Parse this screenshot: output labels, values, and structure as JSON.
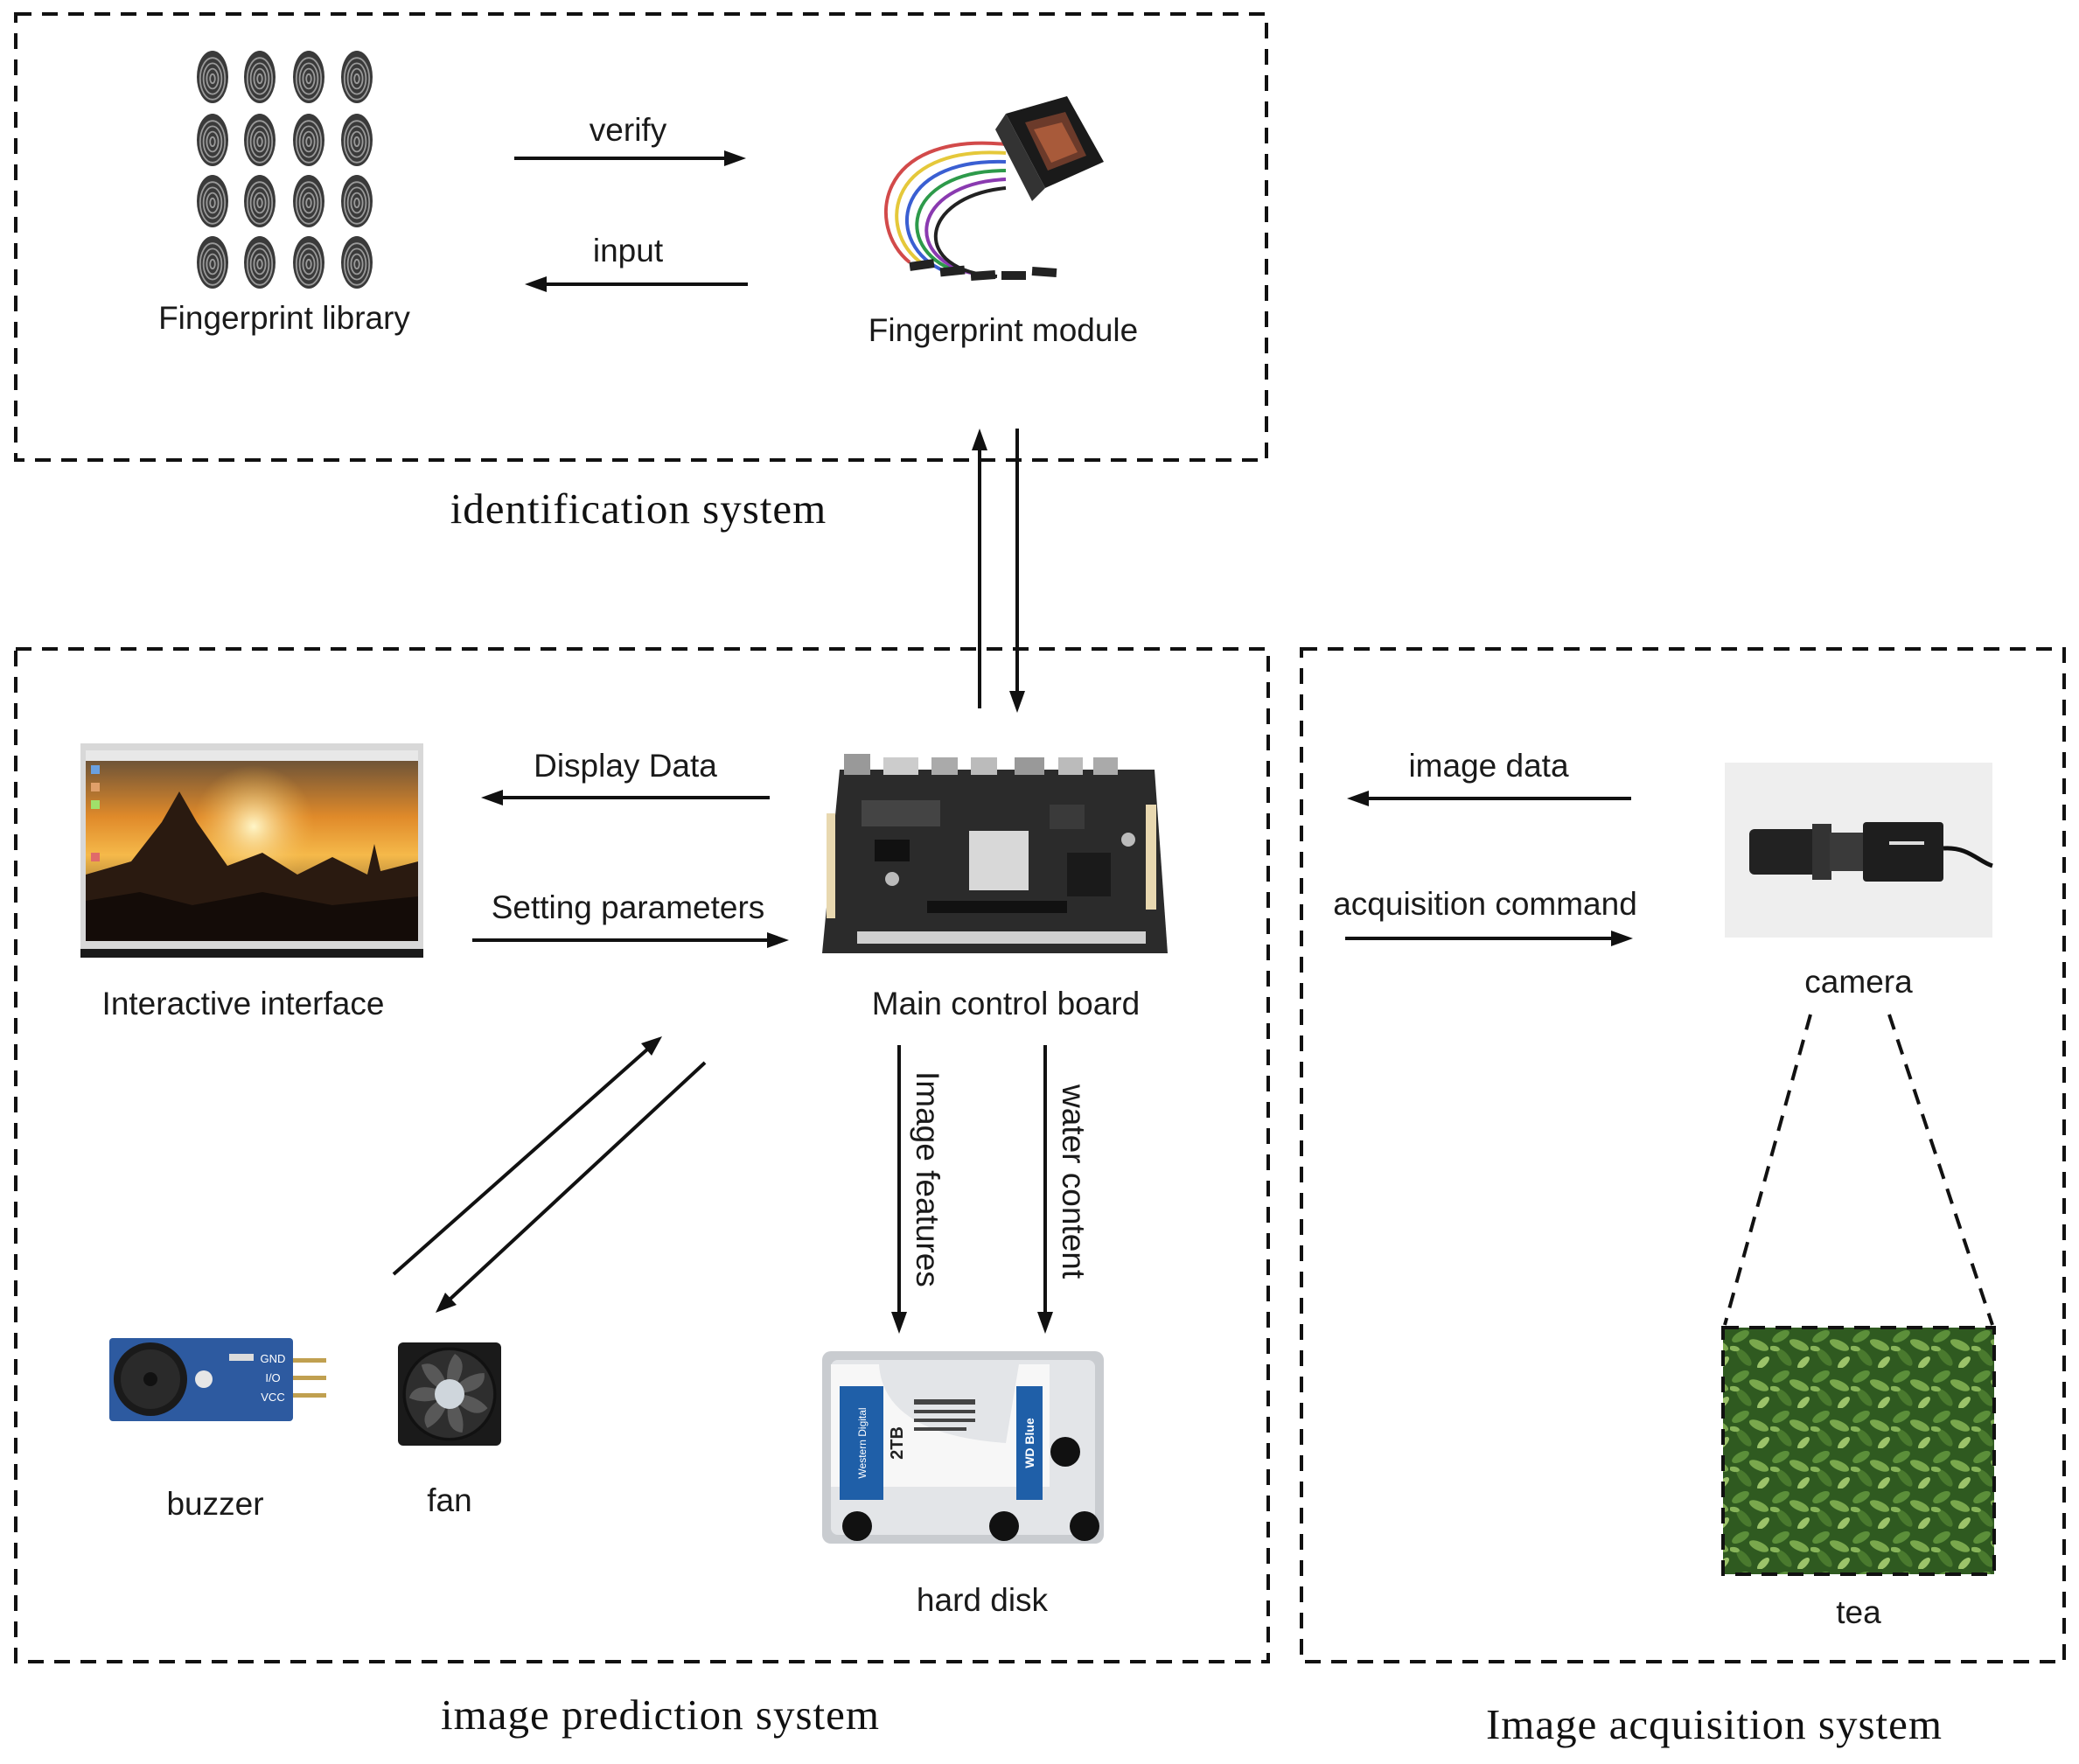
{
  "systems": {
    "identification": "identification system",
    "prediction": "image prediction system",
    "acquisition": "Image acquisition system"
  },
  "nodes": {
    "fingerprint_library": "Fingerprint library",
    "fingerprint_module": "Fingerprint module",
    "interactive_interface": "Interactive interface",
    "main_control_board": "Main control board",
    "buzzer": "buzzer",
    "fan": "fan",
    "hard_disk": "hard disk",
    "camera": "camera",
    "tea": "tea"
  },
  "edges": {
    "verify": "verify",
    "input": "input",
    "display_data": "Display Data",
    "setting_parameters": "Setting parameters",
    "image_features": "Image features",
    "water_content": "water content",
    "image_data": "image data",
    "acquisition_command": "acquisition command"
  },
  "device_text": {
    "hdd_brand": "Western Digital",
    "hdd_capacity": "2TB",
    "hdd_series": "WD Blue",
    "buzzer_pins": [
      "GND",
      "I/O",
      "VCC"
    ]
  },
  "colors": {
    "board": "#2b2b2b",
    "hdd_blue": "#1f5fa8",
    "buzzer_blue": "#2d5aa0",
    "tea_green": "#3d6b2a"
  }
}
